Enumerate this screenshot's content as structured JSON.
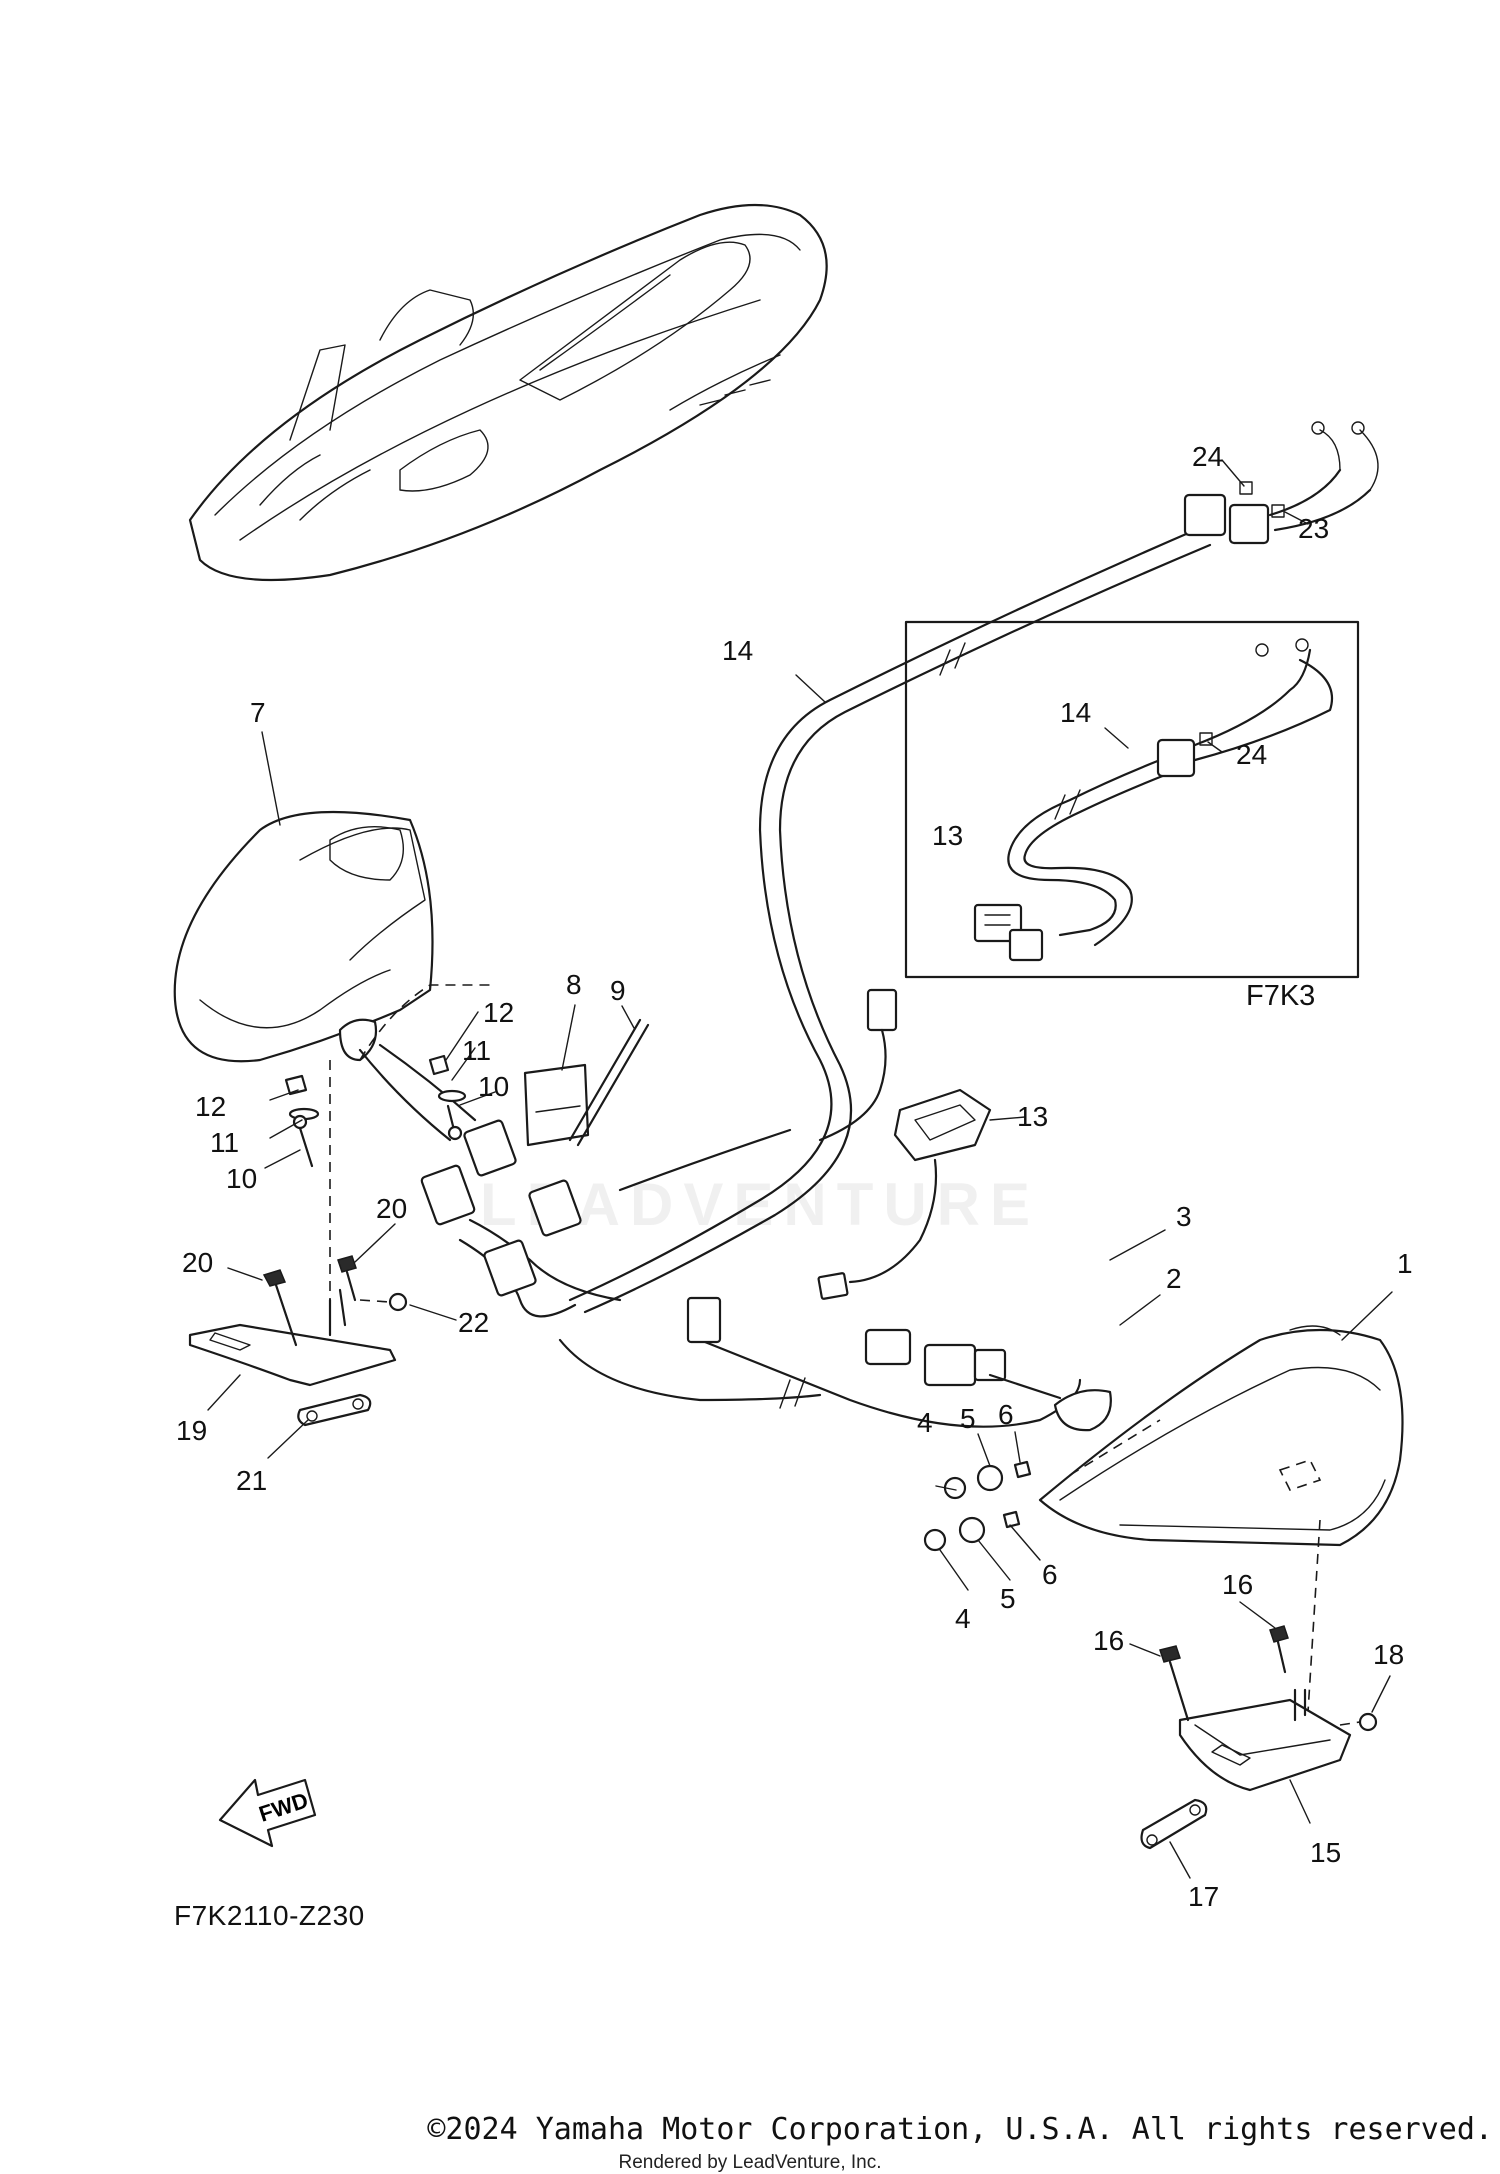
{
  "callouts": [
    {
      "label": "1"
    },
    {
      "label": "2"
    },
    {
      "label": "3"
    },
    {
      "label": "4"
    },
    {
      "label": "4"
    },
    {
      "label": "5"
    },
    {
      "label": "5"
    },
    {
      "label": "6"
    },
    {
      "label": "6"
    },
    {
      "label": "7"
    },
    {
      "label": "8"
    },
    {
      "label": "9"
    },
    {
      "label": "10"
    },
    {
      "label": "10"
    },
    {
      "label": "11"
    },
    {
      "label": "11"
    },
    {
      "label": "12"
    },
    {
      "label": "12"
    },
    {
      "label": "13"
    },
    {
      "label": "13"
    },
    {
      "label": "14"
    },
    {
      "label": "14"
    },
    {
      "label": "15"
    },
    {
      "label": "16"
    },
    {
      "label": "16"
    },
    {
      "label": "17"
    },
    {
      "label": "18"
    },
    {
      "label": "19"
    },
    {
      "label": "20"
    },
    {
      "label": "20"
    },
    {
      "label": "21"
    },
    {
      "label": "22"
    },
    {
      "label": "23"
    },
    {
      "label": "24"
    },
    {
      "label": "24"
    }
  ],
  "inset": {
    "label": "F7K3"
  },
  "fwd_arrow": {
    "text": "FWD"
  },
  "figure_code": "F7K2110-Z230",
  "copyright": "©2024 Yamaha Motor Corporation, U.S.A. All rights reserved.",
  "rendered_by": "Rendered by LeadVenture, Inc.",
  "watermark": "LEADVENTURE"
}
